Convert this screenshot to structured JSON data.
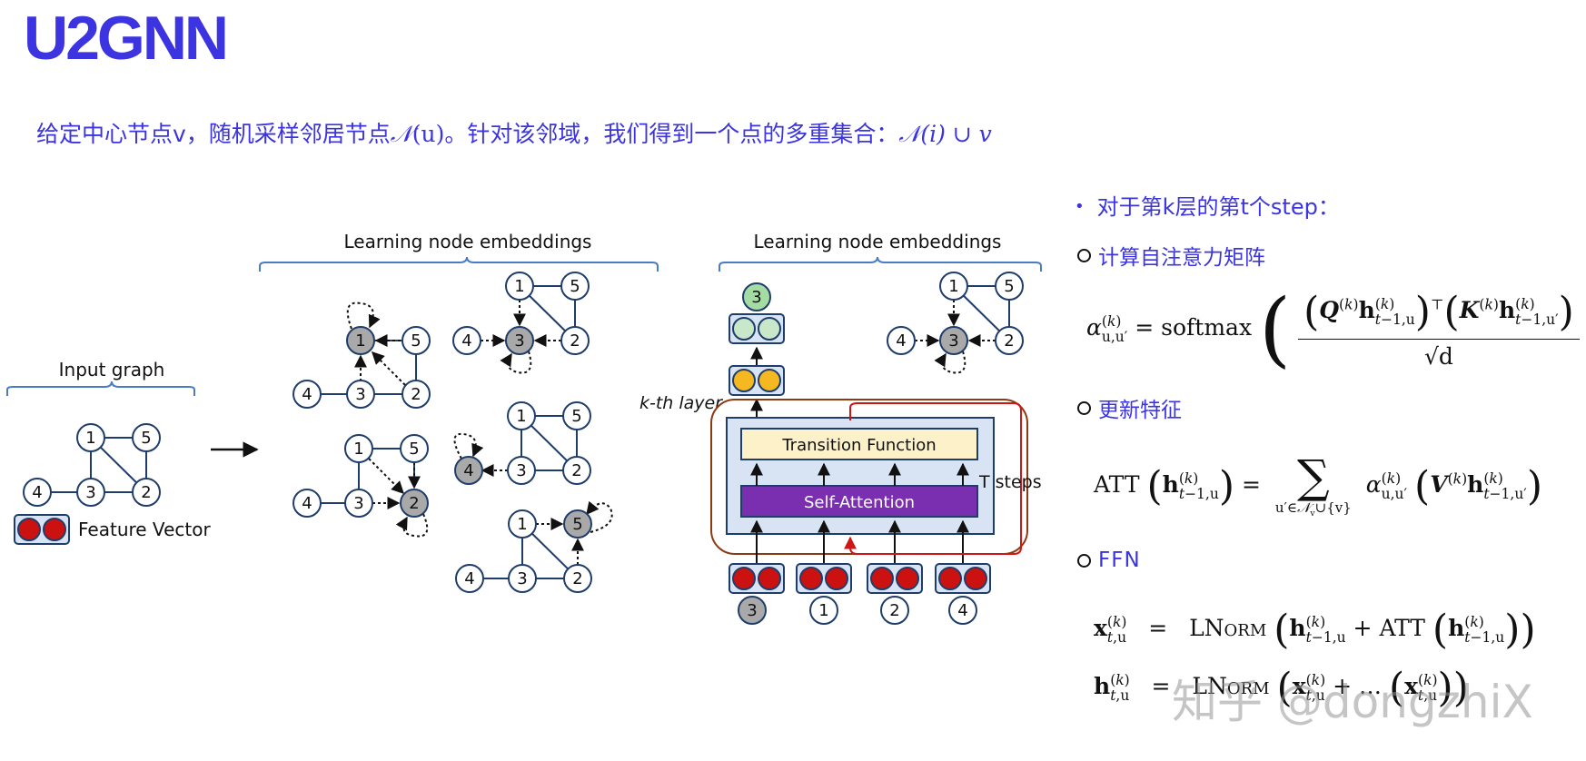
{
  "title": "U2GNN",
  "subtitle": {
    "prefix": "给定中心节点v，随机采样邻居节点",
    "n_symbol": "𝒩",
    "n_arg": "(u)",
    "middle": "。针对该邻域，我们得到一个点的多重集合：",
    "union_expr": "𝒩(i) ∪ v"
  },
  "diagram": {
    "input_graph_label": "Input graph",
    "learning_label_1": "Learning node embeddings",
    "learning_label_2": "Learning node embeddings",
    "feature_vector_label": "Feature Vector",
    "kth_layer_label": "k-th layer",
    "t_steps_label": "T steps",
    "transition_function_label": "Transition Function",
    "self_attention_label": "Self-Attention",
    "node_labels": [
      "1",
      "2",
      "3",
      "4",
      "5"
    ],
    "output_node_label": "3",
    "input_nodes": [
      "3",
      "1",
      "2",
      "4"
    ]
  },
  "right_panel": {
    "bullet": "对于第k层的第t个step：",
    "sub1": "计算自注意力矩阵",
    "sub2": "更新特征",
    "sub3": "FFN"
  },
  "formulas": {
    "softmax": "softmax",
    "att": "ATT",
    "lnorm": "LNorm",
    "sqrt_d": "√d"
  },
  "watermark": "知乎 @dongzhiX",
  "colors": {
    "accent": "#3b34e0",
    "node_fill": "#ffffff",
    "node_stroke": "#1f3d6b",
    "gray_node": "#a9a9a9",
    "feature_red": "#cc1111",
    "bracket_blue": "#4a7cc4",
    "transition_fill": "#fdf1c9",
    "self_attention_fill": "#7a2fb0",
    "layer_box_fill": "#d8e3f3",
    "layer_outline": "#8b3a12",
    "loop_red": "#d01515",
    "output_green": "#a4dca4",
    "output_light_green": "#c9e8c9",
    "output_orange": "#f6b820"
  }
}
